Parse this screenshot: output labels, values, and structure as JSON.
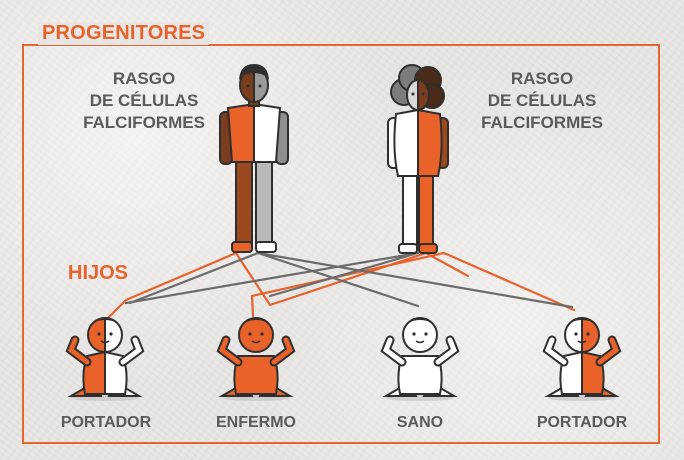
{
  "title": "PROGENITORES",
  "children_heading": "HIJOS",
  "parents": [
    {
      "trait_lines": [
        "RASGO",
        "DE CÉLULAS",
        "FALCIFORMES"
      ]
    },
    {
      "trait_lines": [
        "RASGO",
        "DE CÉLULAS",
        "FALCIFORMES"
      ]
    }
  ],
  "children": [
    {
      "label": "PORTADOR"
    },
    {
      "label": "ENFERMO"
    },
    {
      "label": "SANO"
    },
    {
      "label": "PORTADOR"
    }
  ],
  "colors": {
    "orange": "#e8622a",
    "gray": "#6b6b6b",
    "skin_dark": "#7a3d1e",
    "white": "#ffffff",
    "outline": "#2f2f2f"
  }
}
